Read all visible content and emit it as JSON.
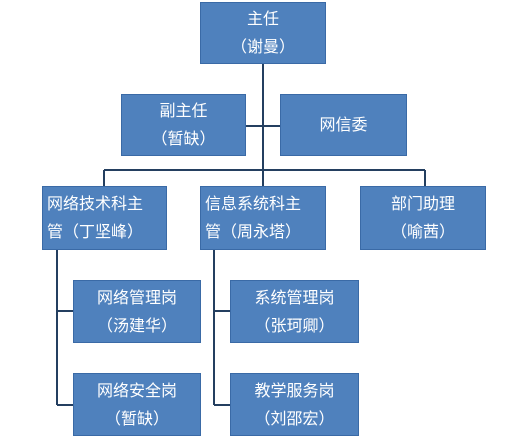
{
  "colors": {
    "box_fill": "#4f81bd",
    "box_border": "#3a6aa6",
    "connector": "#243f60",
    "text": "#ffffff"
  },
  "org_chart": {
    "director": {
      "title": "主任",
      "name": "（谢曼）"
    },
    "deputy_director": {
      "title": "副主任",
      "name": "（暂缺）"
    },
    "network_committee": {
      "title": "网信委"
    },
    "network_tech_head": {
      "line1": "网络技术科主",
      "line2": "管（丁坚峰）"
    },
    "info_system_head": {
      "line1": "信息系统科主",
      "line2": "管（周永塔）"
    },
    "dept_assistant": {
      "title": "部门助理",
      "name": "（喻茜）"
    },
    "network_admin": {
      "title": "网络管理岗",
      "name": "（汤建华）"
    },
    "network_security": {
      "title": "网络安全岗",
      "name": "（暂缺）"
    },
    "system_admin": {
      "title": "系统管理岗",
      "name": "（张珂卿）"
    },
    "teaching_service": {
      "title": "教学服务岗",
      "name": "（刘邵宏）"
    }
  }
}
